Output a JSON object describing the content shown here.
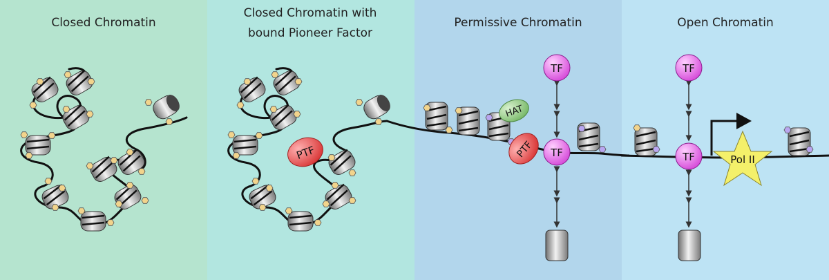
{
  "panels": [
    {
      "title_lines": [
        "Closed Chromatin"
      ],
      "color": "#b5e4cf"
    },
    {
      "title_lines": [
        "Closed Chromatin with",
        "bound Pioneer Factor"
      ],
      "color": "#b2e6e0"
    },
    {
      "title_lines": [
        "Permissive Chromatin"
      ],
      "color": "#b2d6ec"
    },
    {
      "title_lines": [
        "Open Chromatin"
      ],
      "color": "#bde3f4"
    }
  ],
  "labels": {
    "ptf": "PTF",
    "tf": "TF",
    "hat": "HAT",
    "pol2": "Pol II"
  },
  "colors": {
    "ptf": "#ef4b4b",
    "tf": "#e55ee6",
    "hat": "#8fc980",
    "pol2": "#f4f06a",
    "hex_mark": "#f2d48c",
    "hex_mark_acetyl": "#b9a6f0",
    "dna": "#111111",
    "nucleosome": "#9a9a9a"
  }
}
